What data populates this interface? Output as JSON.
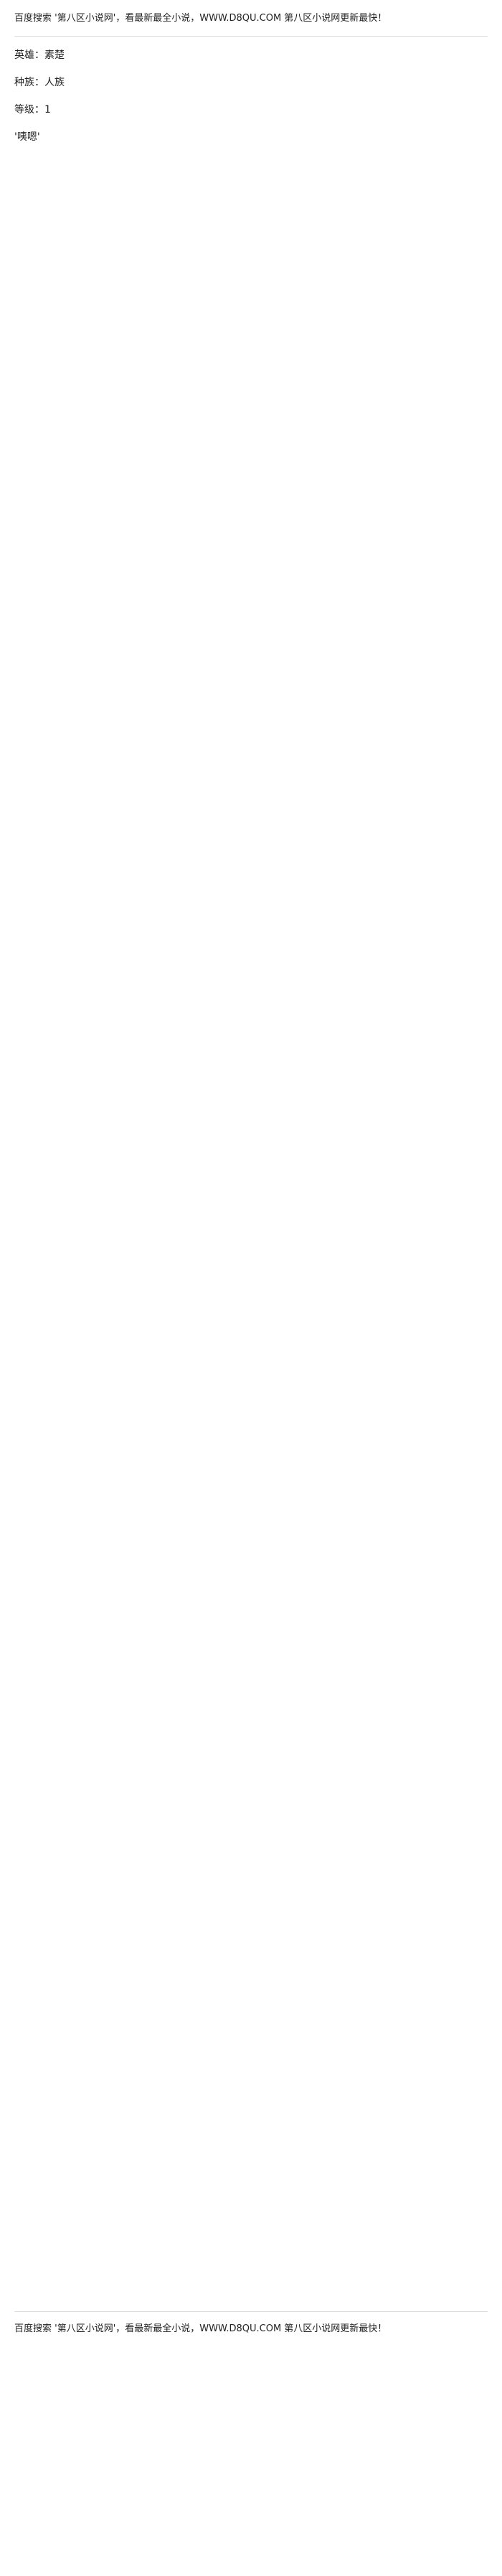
{
  "header": {
    "banner": "百度搜索 '第八区小说网'，看最新最全小说，WWW.D8QU.COM 第八区小说网更新最快！"
  },
  "stats": {
    "hero": "英雄：素楚",
    "race": "种族：人族",
    "level": "等级：1"
  },
  "exclaim": {
    "text": "'咦嗯'"
  },
  "footer": {
    "banner": "百度搜索 '第八区小说网'，看最新最全小说，WWW.D8QU.COM 第八区小说网更新最快！"
  }
}
